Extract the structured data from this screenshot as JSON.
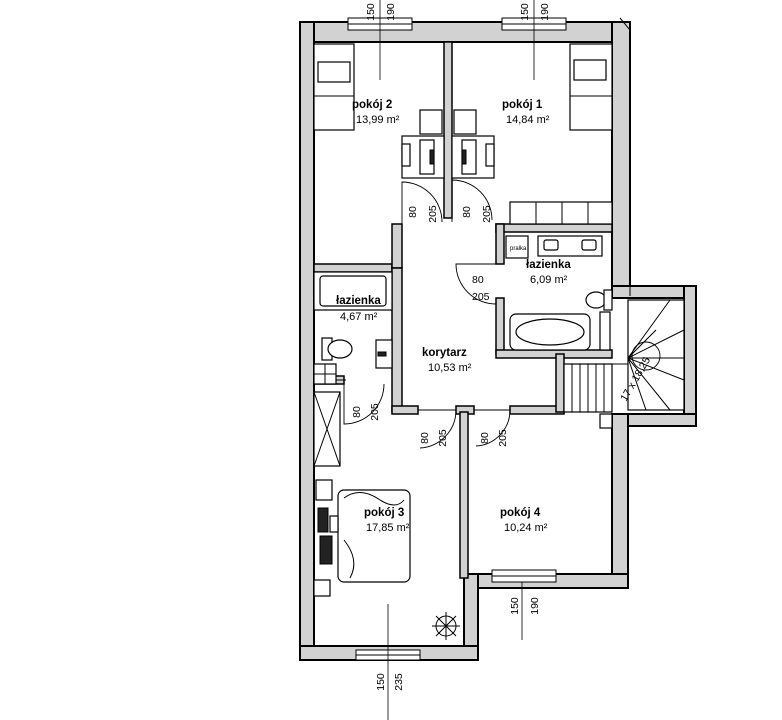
{
  "rooms": {
    "pokoj2": {
      "name": "pokój 2",
      "area": "13,99 m²"
    },
    "pokoj1": {
      "name": "pokój 1",
      "area": "14,84 m²"
    },
    "lazienka_right": {
      "name": "łazienka",
      "area": "6,09 m²"
    },
    "lazienka_left": {
      "name": "łazienka",
      "area": "4,67 m²"
    },
    "korytarz": {
      "name": "korytarz",
      "area": "10,53 m²"
    },
    "pokoj3": {
      "name": "pokój 3",
      "area": "17,85 m²"
    },
    "pokoj4": {
      "name": "pokój 4",
      "area": "10,24 m²"
    }
  },
  "labels": {
    "pralka": "pralka",
    "stairs": "17 x 18,25"
  },
  "dimensions": {
    "win_top_left_w": "150",
    "win_top_left_h": "190",
    "win_top_right_w": "150",
    "win_top_right_h": "190",
    "door_p2_w": "80",
    "door_p2_h": "205",
    "door_p1_w": "80",
    "door_p1_h": "205",
    "door_bath_w": "80",
    "door_bath_h": "205",
    "door_left_w": "80",
    "door_left_h": "205",
    "door_p3_w": "80",
    "door_p3_h": "205",
    "door_p4_w": "80",
    "door_p4_h": "205",
    "win_p4_w": "150",
    "win_p4_h": "190",
    "win_bottom_w": "150",
    "win_bottom_h": "235"
  }
}
